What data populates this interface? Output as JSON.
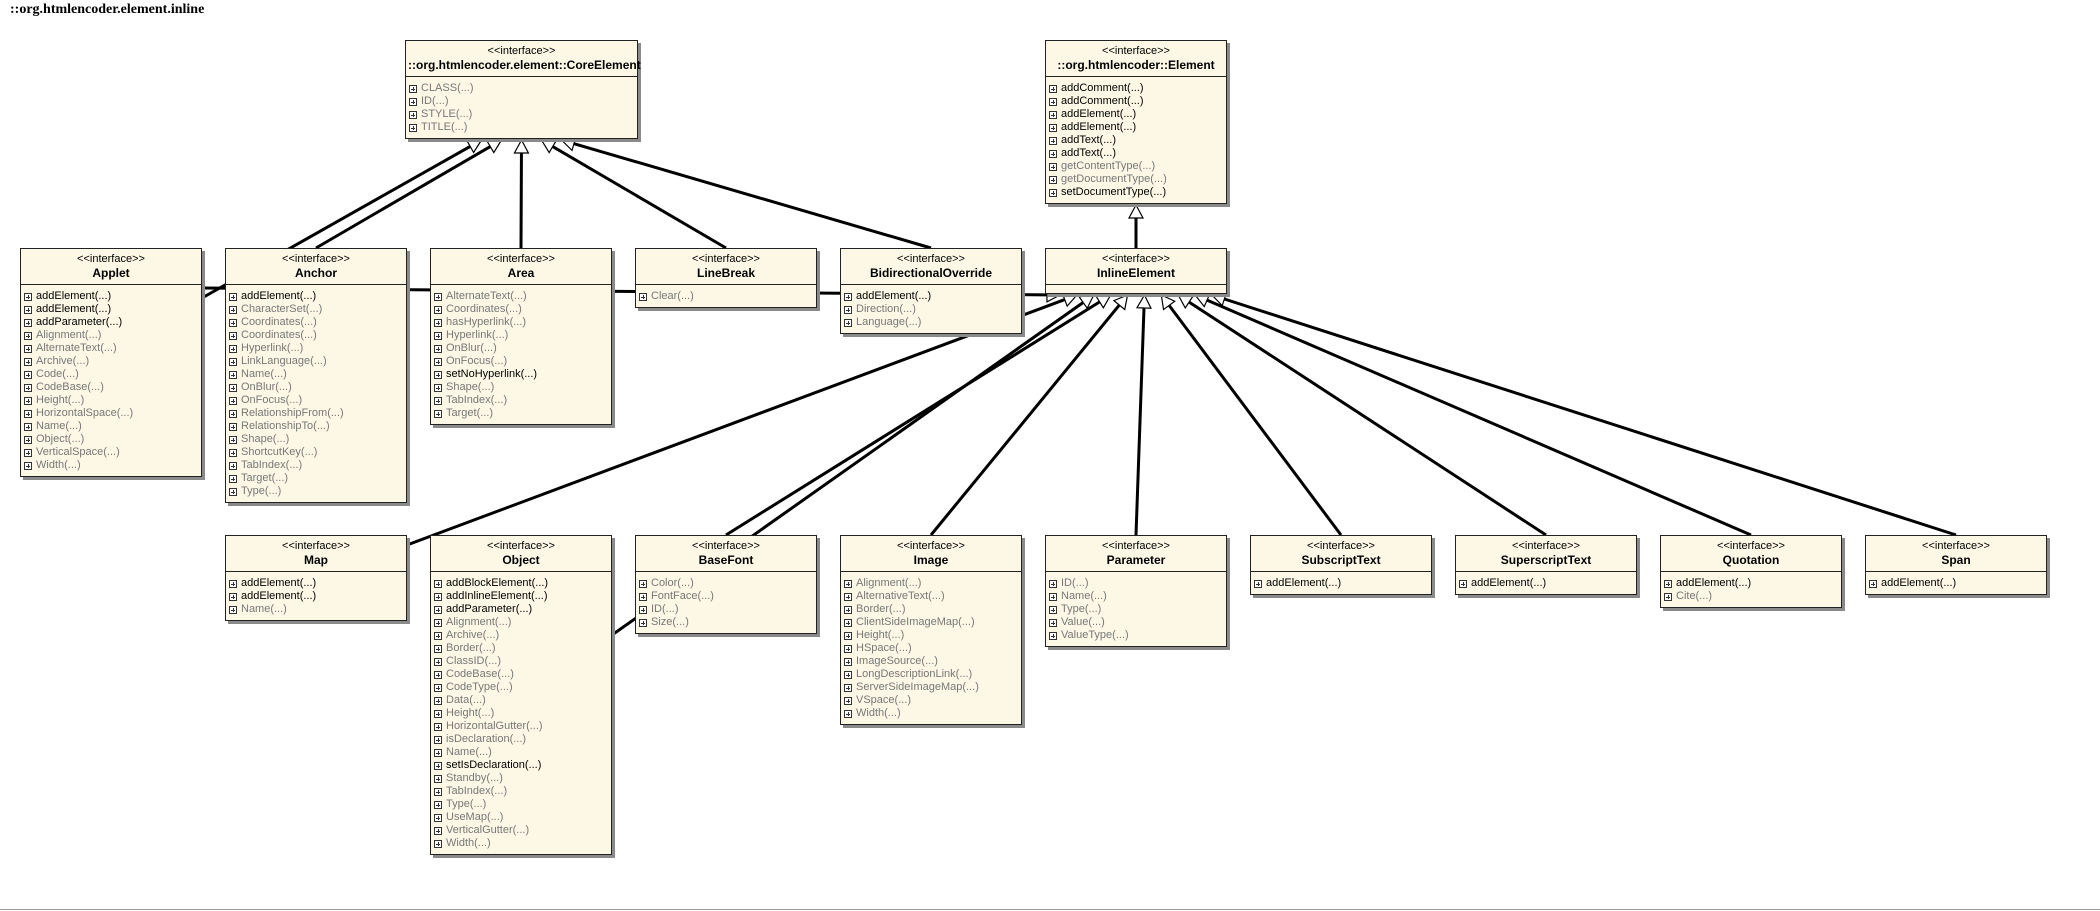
{
  "page_title": "::org.htmlencoder.element.inline",
  "classes": [
    {
      "id": "coreelement",
      "stereotype": "<<interface>>",
      "name": "::org.htmlencoder.element::CoreElement",
      "ops": [
        {
          "label": "CLASS(...)",
          "abstract": true
        },
        {
          "label": "ID(...)",
          "abstract": true
        },
        {
          "label": "STYLE(...)",
          "abstract": true
        },
        {
          "label": "TITLE(...)",
          "abstract": true
        }
      ]
    },
    {
      "id": "element",
      "stereotype": "<<interface>>",
      "name": "::org.htmlencoder::Element",
      "ops": [
        {
          "label": "addComment(...)",
          "abstract": false
        },
        {
          "label": "addComment(...)",
          "abstract": false
        },
        {
          "label": "addElement(...)",
          "abstract": false
        },
        {
          "label": "addElement(...)",
          "abstract": false
        },
        {
          "label": "addText(...)",
          "abstract": false
        },
        {
          "label": "addText(...)",
          "abstract": false
        },
        {
          "label": "getContentType(...)",
          "abstract": true
        },
        {
          "label": "getDocumentType(...)",
          "abstract": true
        },
        {
          "label": "setDocumentType(...)",
          "abstract": false
        }
      ]
    },
    {
      "id": "applet",
      "stereotype": "<<interface>>",
      "name": "Applet",
      "ops": [
        {
          "label": "addElement(...)",
          "abstract": false
        },
        {
          "label": "addElement(...)",
          "abstract": false
        },
        {
          "label": "addParameter(...)",
          "abstract": false
        },
        {
          "label": "Alignment(...)",
          "abstract": true
        },
        {
          "label": "AlternateText(...)",
          "abstract": true
        },
        {
          "label": "Archive(...)",
          "abstract": true
        },
        {
          "label": "Code(...)",
          "abstract": true
        },
        {
          "label": "CodeBase(...)",
          "abstract": true
        },
        {
          "label": "Height(...)",
          "abstract": true
        },
        {
          "label": "HorizontalSpace(...)",
          "abstract": true
        },
        {
          "label": "Name(...)",
          "abstract": true
        },
        {
          "label": "Object(...)",
          "abstract": true
        },
        {
          "label": "VerticalSpace(...)",
          "abstract": true
        },
        {
          "label": "Width(...)",
          "abstract": true
        }
      ]
    },
    {
      "id": "anchor",
      "stereotype": "<<interface>>",
      "name": "Anchor",
      "ops": [
        {
          "label": "addElement(...)",
          "abstract": false
        },
        {
          "label": "CharacterSet(...)",
          "abstract": true
        },
        {
          "label": "Coordinates(...)",
          "abstract": true
        },
        {
          "label": "Coordinates(...)",
          "abstract": true
        },
        {
          "label": "Hyperlink(...)",
          "abstract": true
        },
        {
          "label": "LinkLanguage(...)",
          "abstract": true
        },
        {
          "label": "Name(...)",
          "abstract": true
        },
        {
          "label": "OnBlur(...)",
          "abstract": true
        },
        {
          "label": "OnFocus(...)",
          "abstract": true
        },
        {
          "label": "RelationshipFrom(...)",
          "abstract": true
        },
        {
          "label": "RelationshipTo(...)",
          "abstract": true
        },
        {
          "label": "Shape(...)",
          "abstract": true
        },
        {
          "label": "ShortcutKey(...)",
          "abstract": true
        },
        {
          "label": "TabIndex(...)",
          "abstract": true
        },
        {
          "label": "Target(...)",
          "abstract": true
        },
        {
          "label": "Type(...)",
          "abstract": true
        }
      ]
    },
    {
      "id": "area",
      "stereotype": "<<interface>>",
      "name": "Area",
      "ops": [
        {
          "label": "AlternateText(...)",
          "abstract": true
        },
        {
          "label": "Coordinates(...)",
          "abstract": true
        },
        {
          "label": "hasHyperlink(...)",
          "abstract": true
        },
        {
          "label": "Hyperlink(...)",
          "abstract": true
        },
        {
          "label": "OnBlur(...)",
          "abstract": true
        },
        {
          "label": "OnFocus(...)",
          "abstract": true
        },
        {
          "label": "setNoHyperlink(...)",
          "abstract": false
        },
        {
          "label": "Shape(...)",
          "abstract": true
        },
        {
          "label": "TabIndex(...)",
          "abstract": true
        },
        {
          "label": "Target(...)",
          "abstract": true
        }
      ]
    },
    {
      "id": "linebreak",
      "stereotype": "<<interface>>",
      "name": "LineBreak",
      "ops": [
        {
          "label": "Clear(...)",
          "abstract": true
        }
      ]
    },
    {
      "id": "bidi",
      "stereotype": "<<interface>>",
      "name": "BidirectionalOverride",
      "ops": [
        {
          "label": "addElement(...)",
          "abstract": false
        },
        {
          "label": "Direction(...)",
          "abstract": true
        },
        {
          "label": "Language(...)",
          "abstract": true
        }
      ]
    },
    {
      "id": "inline",
      "stereotype": "<<interface>>",
      "name": "InlineElement",
      "ops": []
    },
    {
      "id": "map",
      "stereotype": "<<interface>>",
      "name": "Map",
      "ops": [
        {
          "label": "addElement(...)",
          "abstract": false
        },
        {
          "label": "addElement(...)",
          "abstract": false
        },
        {
          "label": "Name(...)",
          "abstract": true
        }
      ]
    },
    {
      "id": "object",
      "stereotype": "<<interface>>",
      "name": "Object",
      "ops": [
        {
          "label": "addBlockElement(...)",
          "abstract": false
        },
        {
          "label": "addInlineElement(...)",
          "abstract": false
        },
        {
          "label": "addParameter(...)",
          "abstract": false
        },
        {
          "label": "Alignment(...)",
          "abstract": true
        },
        {
          "label": "Archive(...)",
          "abstract": true
        },
        {
          "label": "Border(...)",
          "abstract": true
        },
        {
          "label": "ClassID(...)",
          "abstract": true
        },
        {
          "label": "CodeBase(...)",
          "abstract": true
        },
        {
          "label": "CodeType(...)",
          "abstract": true
        },
        {
          "label": "Data(...)",
          "abstract": true
        },
        {
          "label": "Height(...)",
          "abstract": true
        },
        {
          "label": "HorizontalGutter(...)",
          "abstract": true
        },
        {
          "label": "isDeclaration(...)",
          "abstract": true
        },
        {
          "label": "Name(...)",
          "abstract": true
        },
        {
          "label": "setIsDeclaration(...)",
          "abstract": false
        },
        {
          "label": "Standby(...)",
          "abstract": true
        },
        {
          "label": "TabIndex(...)",
          "abstract": true
        },
        {
          "label": "Type(...)",
          "abstract": true
        },
        {
          "label": "UseMap(...)",
          "abstract": true
        },
        {
          "label": "VerticalGutter(...)",
          "abstract": true
        },
        {
          "label": "Width(...)",
          "abstract": true
        }
      ]
    },
    {
      "id": "basefont",
      "stereotype": "<<interface>>",
      "name": "BaseFont",
      "ops": [
        {
          "label": "Color(...)",
          "abstract": true
        },
        {
          "label": "FontFace(...)",
          "abstract": true
        },
        {
          "label": "ID(...)",
          "abstract": true
        },
        {
          "label": "Size(...)",
          "abstract": true
        }
      ]
    },
    {
      "id": "image",
      "stereotype": "<<interface>>",
      "name": "Image",
      "ops": [
        {
          "label": "Alignment(...)",
          "abstract": true
        },
        {
          "label": "AlternativeText(...)",
          "abstract": true
        },
        {
          "label": "Border(...)",
          "abstract": true
        },
        {
          "label": "ClientSideImageMap(...)",
          "abstract": true
        },
        {
          "label": "Height(...)",
          "abstract": true
        },
        {
          "label": "HSpace(...)",
          "abstract": true
        },
        {
          "label": "ImageSource(...)",
          "abstract": true
        },
        {
          "label": "LongDescriptionLink(...)",
          "abstract": true
        },
        {
          "label": "ServerSideImageMap(...)",
          "abstract": true
        },
        {
          "label": "VSpace(...)",
          "abstract": true
        },
        {
          "label": "Width(...)",
          "abstract": true
        }
      ]
    },
    {
      "id": "parameter",
      "stereotype": "<<interface>>",
      "name": "Parameter",
      "ops": [
        {
          "label": "ID(...)",
          "abstract": true
        },
        {
          "label": "Name(...)",
          "abstract": true
        },
        {
          "label": "Type(...)",
          "abstract": true
        },
        {
          "label": "Value(...)",
          "abstract": true
        },
        {
          "label": "ValueType(...)",
          "abstract": true
        }
      ]
    },
    {
      "id": "subscript",
      "stereotype": "<<interface>>",
      "name": "SubscriptText",
      "ops": [
        {
          "label": "addElement(...)",
          "abstract": false
        }
      ]
    },
    {
      "id": "superscript",
      "stereotype": "<<interface>>",
      "name": "SuperscriptText",
      "ops": [
        {
          "label": "addElement(...)",
          "abstract": false
        }
      ]
    },
    {
      "id": "quotation",
      "stereotype": "<<interface>>",
      "name": "Quotation",
      "ops": [
        {
          "label": "addElement(...)",
          "abstract": false
        },
        {
          "label": "Cite(...)",
          "abstract": true
        }
      ]
    },
    {
      "id": "span",
      "stereotype": "<<interface>>",
      "name": "Span",
      "ops": [
        {
          "label": "addElement(...)",
          "abstract": false
        }
      ]
    }
  ],
  "relations": [
    {
      "from": "applet",
      "to": "coreelement",
      "type": "generalization"
    },
    {
      "from": "anchor",
      "to": "coreelement",
      "type": "generalization"
    },
    {
      "from": "area",
      "to": "coreelement",
      "type": "generalization"
    },
    {
      "from": "linebreak",
      "to": "coreelement",
      "type": "generalization"
    },
    {
      "from": "bidi",
      "to": "coreelement",
      "type": "generalization"
    },
    {
      "from": "inline",
      "to": "element",
      "type": "generalization"
    },
    {
      "from": "applet",
      "to": "inline",
      "type": "generalization"
    },
    {
      "from": "map",
      "to": "inline",
      "type": "generalization"
    },
    {
      "from": "object",
      "to": "inline",
      "type": "generalization"
    },
    {
      "from": "basefont",
      "to": "inline",
      "type": "generalization"
    },
    {
      "from": "image",
      "to": "inline",
      "type": "generalization"
    },
    {
      "from": "parameter",
      "to": "inline",
      "type": "generalization"
    },
    {
      "from": "subscript",
      "to": "inline",
      "type": "generalization"
    },
    {
      "from": "superscript",
      "to": "inline",
      "type": "generalization"
    },
    {
      "from": "quotation",
      "to": "inline",
      "type": "generalization"
    },
    {
      "from": "span",
      "to": "inline",
      "type": "generalization"
    }
  ]
}
